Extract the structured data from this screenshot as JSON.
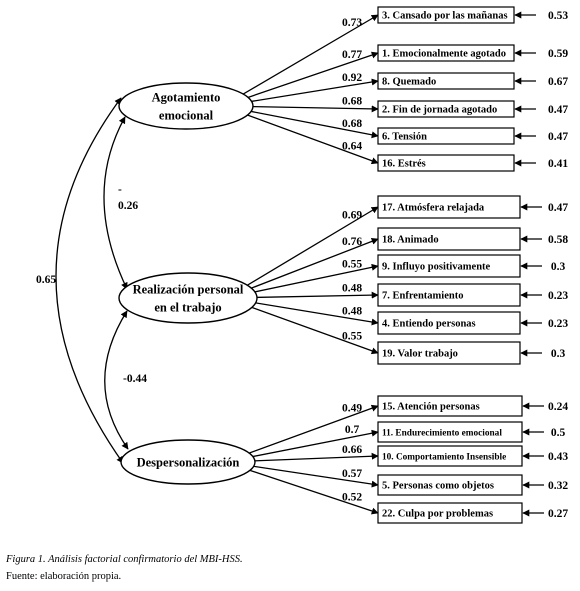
{
  "factors": [
    {
      "id": "agotamiento",
      "lines": [
        "Agotamiento",
        "emocional"
      ]
    },
    {
      "id": "realizacion",
      "lines": [
        "Realización personal",
        "en el trabajo"
      ]
    },
    {
      "id": "despersonalizacion",
      "lines": [
        "Despersonalización"
      ]
    }
  ],
  "items": [
    {
      "factor": "agotamiento",
      "label": "3. Cansado por las mañanas",
      "loading": "0.73",
      "error": "0.53"
    },
    {
      "factor": "agotamiento",
      "label": "1. Emocionalmente agotado",
      "loading": "0.77",
      "error": "0.59"
    },
    {
      "factor": "agotamiento",
      "label": "8. Quemado",
      "loading": "0.92",
      "error": "0.67"
    },
    {
      "factor": "agotamiento",
      "label": "2. Fin de jornada agotado",
      "loading": "0.68",
      "error": "0.47"
    },
    {
      "factor": "agotamiento",
      "label": "6. Tensión",
      "loading": "0.68",
      "error": "0.47"
    },
    {
      "factor": "agotamiento",
      "label": "16. Estrés",
      "loading": "0.64",
      "error": "0.41"
    },
    {
      "factor": "realizacion",
      "label": "17. Atmósfera relajada",
      "loading": "0.69",
      "error": "0.47"
    },
    {
      "factor": "realizacion",
      "label": "18. Animado",
      "loading": "0.76",
      "error": "0.58"
    },
    {
      "factor": "realizacion",
      "label": "9. Influyo positivamente",
      "loading": "0.55",
      "error": "0.3"
    },
    {
      "factor": "realizacion",
      "label": "7. Enfrentamiento",
      "loading": "0.48",
      "error": "0.23"
    },
    {
      "factor": "realizacion",
      "label": "4. Entiendo personas",
      "loading": "0.48",
      "error": "0.23"
    },
    {
      "factor": "realizacion",
      "label": "19. Valor trabajo",
      "loading": "0.55",
      "error": "0.3"
    },
    {
      "factor": "despersonalizacion",
      "label": "15. Atención personas",
      "loading": "0.49",
      "error": "0.24"
    },
    {
      "factor": "despersonalizacion",
      "label": "11. Endurecimiento emocional",
      "loading": "0.7",
      "error": "0.5"
    },
    {
      "factor": "despersonalizacion",
      "label": "10. Comportamiento Insensible",
      "loading": "0.66",
      "error": "0.43"
    },
    {
      "factor": "despersonalizacion",
      "label": "5. Personas como objetos",
      "loading": "0.57",
      "error": "0.32"
    },
    {
      "factor": "despersonalizacion",
      "label": "22. Culpa por problemas",
      "loading": "0.52",
      "error": "0.27"
    }
  ],
  "correlations": [
    {
      "between": [
        "agotamiento",
        "realizacion"
      ],
      "value_lines": [
        "-",
        "0.26"
      ]
    },
    {
      "between": [
        "realizacion",
        "despersonalizacion"
      ],
      "value_lines": [
        "-0.44"
      ]
    },
    {
      "between": [
        "agotamiento",
        "despersonalizacion"
      ],
      "value_lines": [
        "0.65"
      ]
    }
  ],
  "caption": "Figura 1. Análisis factorial confirmatorio del MBI-HSS.",
  "source": "Fuente: elaboración propia."
}
